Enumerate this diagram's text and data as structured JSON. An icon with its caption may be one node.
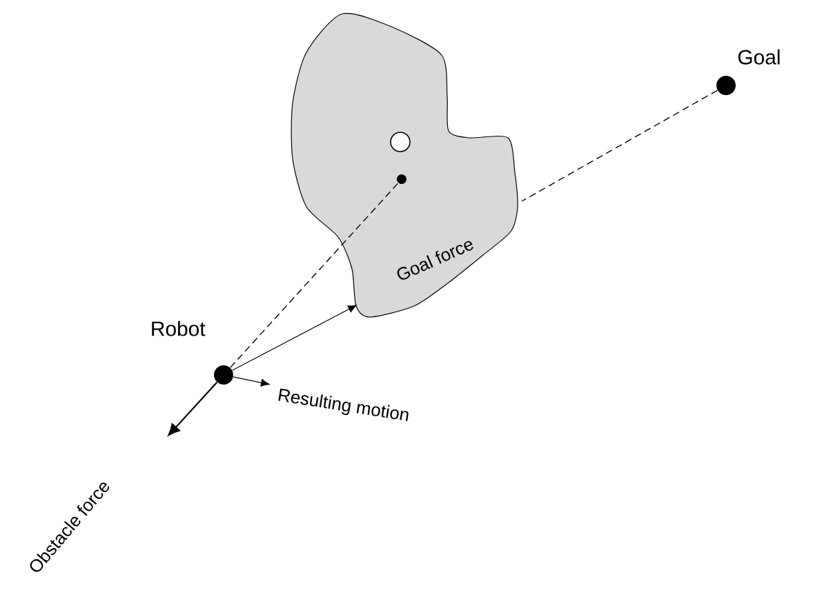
{
  "diagram": {
    "nodes": [
      {
        "text": [],
        "shape": "blob"
      },
      {
        "text": [],
        "shape": "circle",
        "in": 0
      },
      {
        "text": [],
        "shape": "circle",
        "in": 0
      },
      {
        "text": [],
        "shape": "circle",
        "beside": [
          "Goal"
        ]
      },
      {
        "text": [],
        "shape": "circle",
        "beside": [
          "Robot"
        ]
      }
    ],
    "edges": [
      {
        "from": 4,
        "to": 2,
        "arrow": "none",
        "style": "dashed"
      },
      {
        "from": 3,
        "to": 0,
        "arrow": "none",
        "style": "dashed"
      },
      {
        "from": 4,
        "to": 0,
        "arrow": "to",
        "label": "Goal force"
      },
      {
        "from": 4,
        "to": null,
        "arrow": "to",
        "label": "Resulting motion"
      },
      {
        "from": 4,
        "to": null,
        "arrow": "to",
        "label": "Obstacle force"
      }
    ]
  }
}
